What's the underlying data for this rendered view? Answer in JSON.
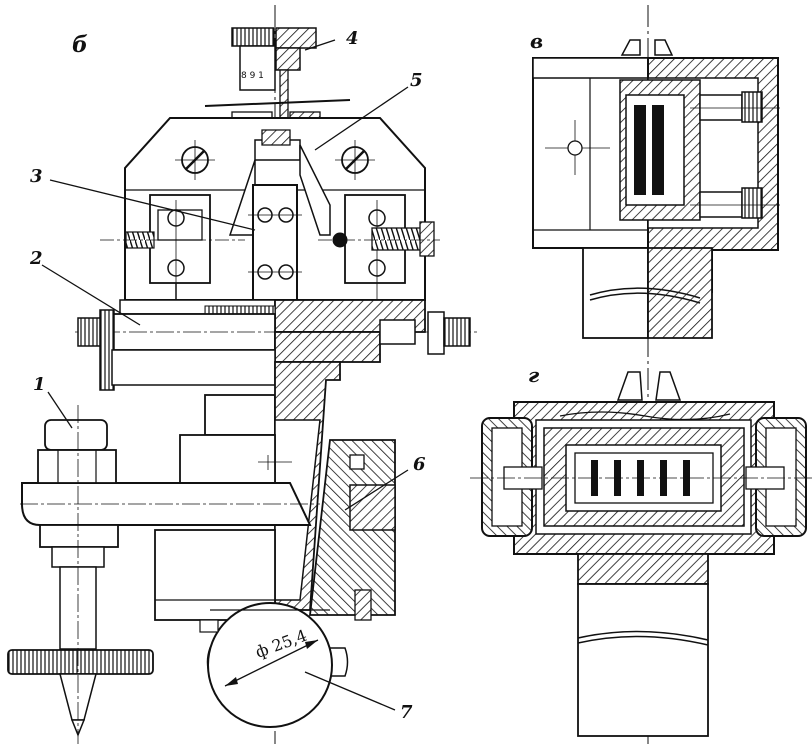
{
  "views": {
    "b": {
      "letter": "б"
    },
    "v": {
      "letter": "в"
    },
    "g": {
      "letter": "г"
    }
  },
  "callouts": [
    {
      "id": "1",
      "text": "1"
    },
    {
      "id": "2",
      "text": "2"
    },
    {
      "id": "3",
      "text": "3"
    },
    {
      "id": "4",
      "text": "4"
    },
    {
      "id": "5",
      "text": "5"
    },
    {
      "id": "6",
      "text": "6"
    },
    {
      "id": "7",
      "text": "7"
    }
  ],
  "annotations": {
    "diameter": "ф 25,4",
    "dial_digits": "8 9 1"
  },
  "colors": {
    "ink": "#111111",
    "paper": "#ffffff"
  }
}
